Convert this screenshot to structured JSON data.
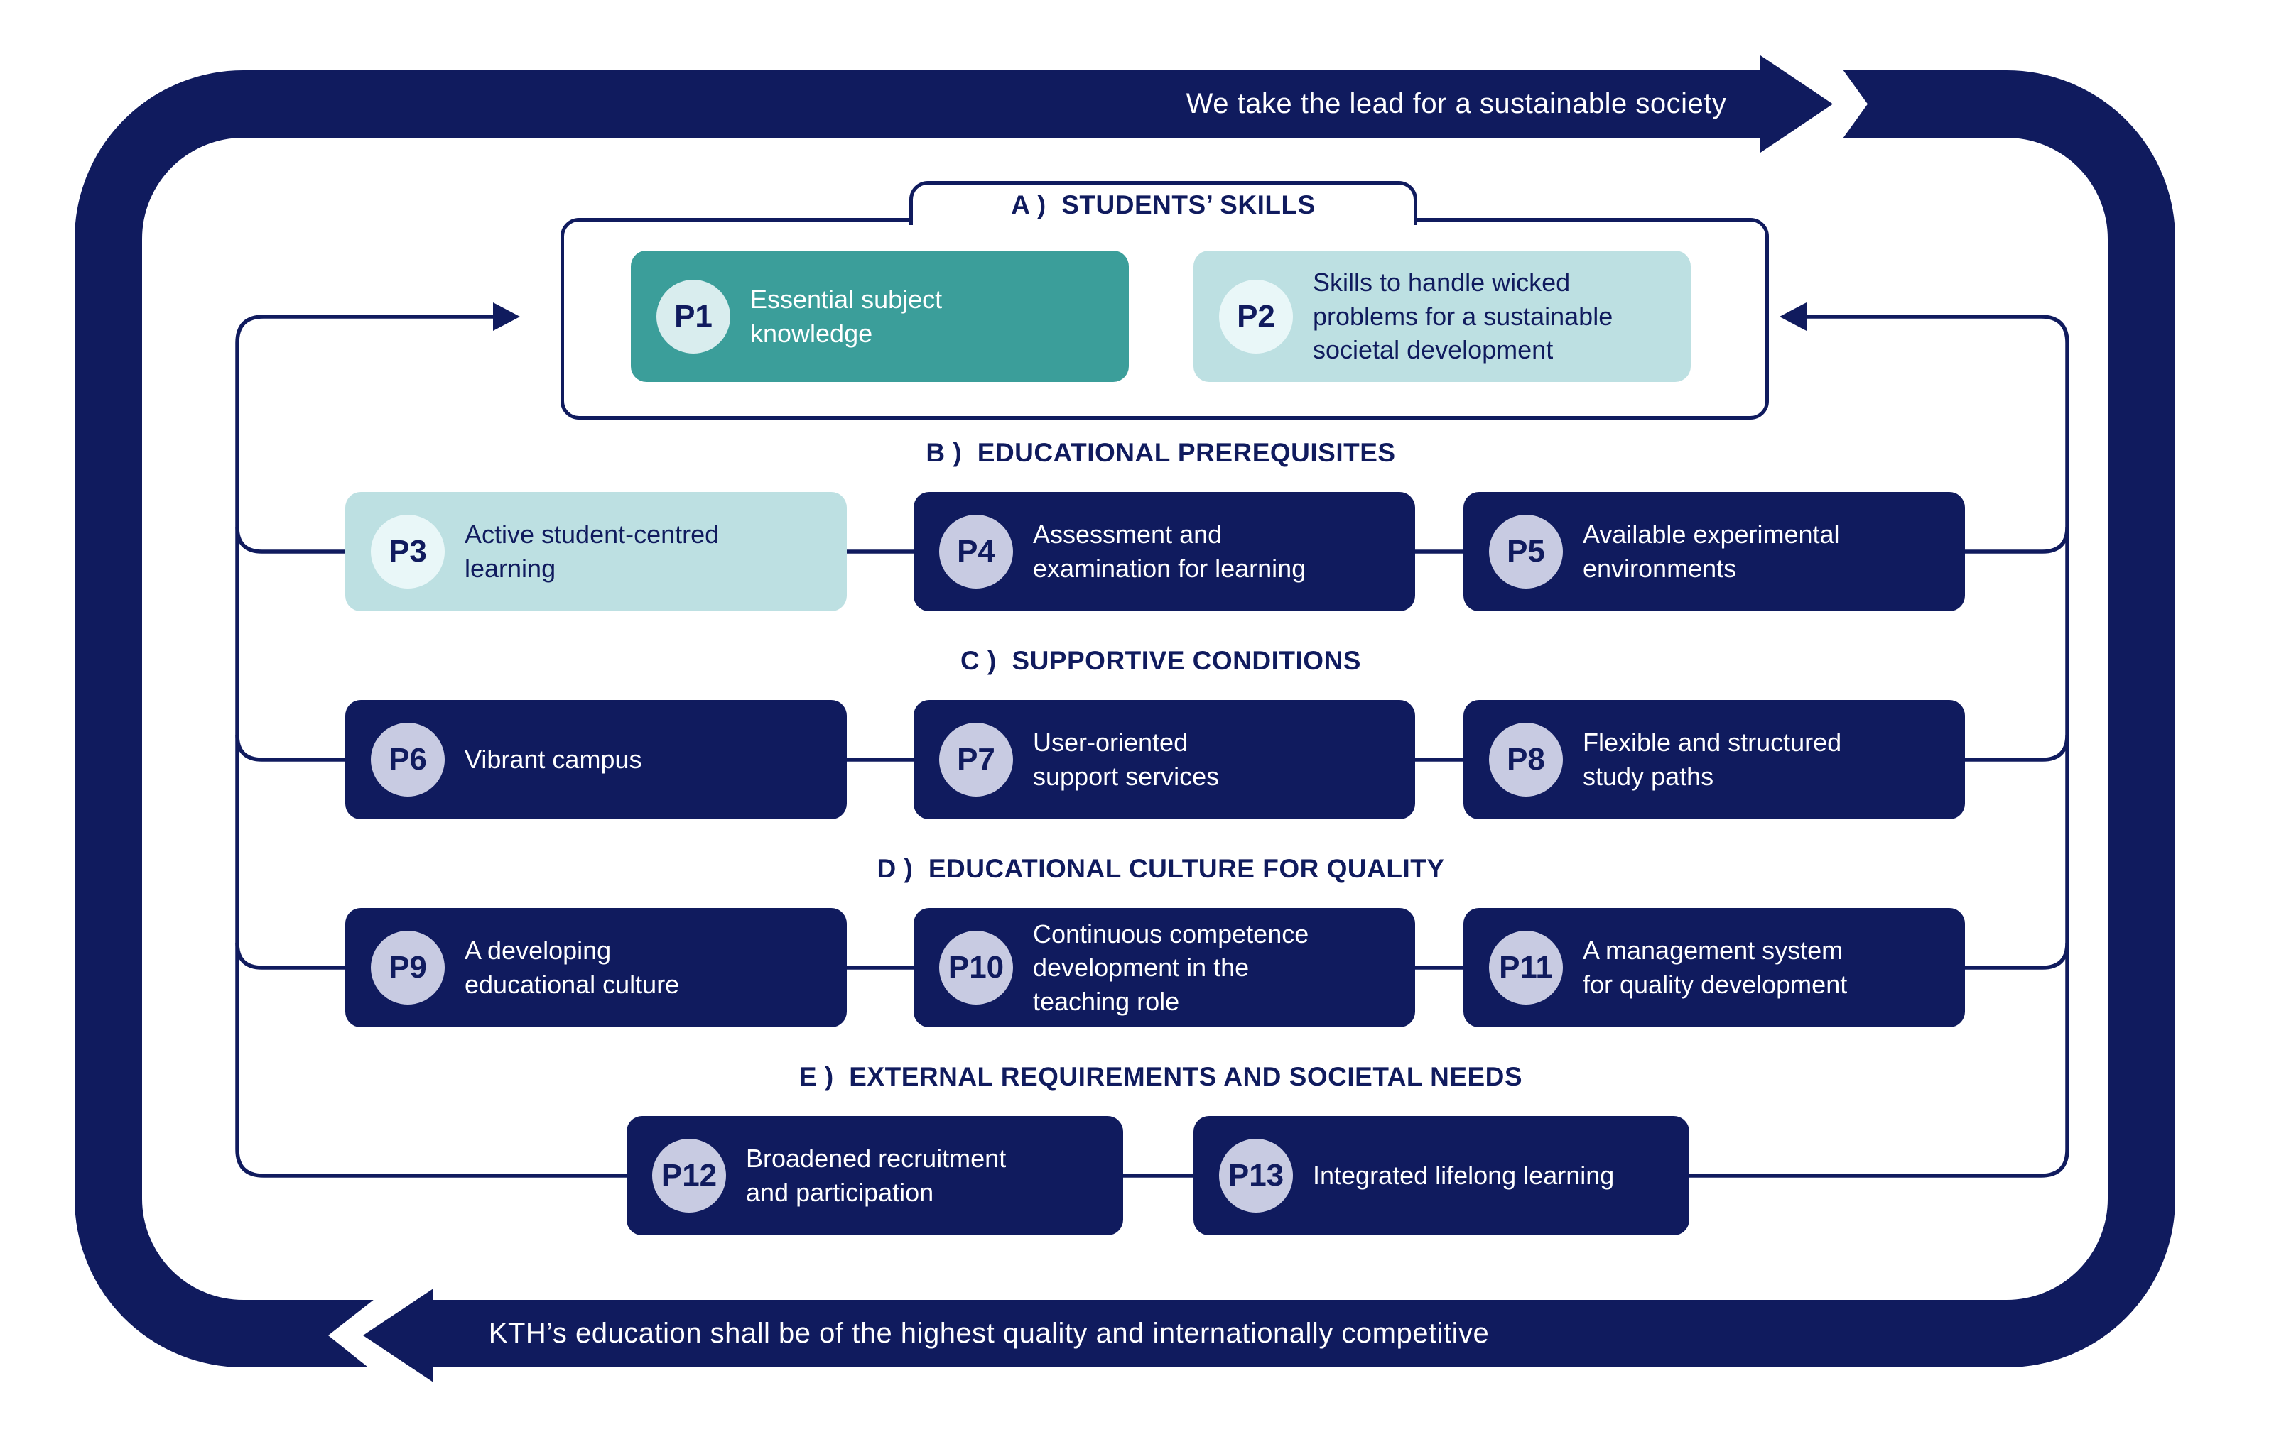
{
  "colors": {
    "navy": "#101b5e",
    "teal": "#3b9e9a",
    "light_cyan": "#bde0e2",
    "badge_lavender": "#c8cbe2",
    "badge_light_teal": "#d9edee",
    "badge_near_white": "#e9f7f8",
    "background": "#ffffff"
  },
  "top_banner": {
    "text": "We take the lead for a sustainable society"
  },
  "bottom_banner": {
    "text": "KTH’s education shall be of the highest quality and internationally competitive"
  },
  "sections": [
    {
      "id": "A",
      "label": "A )  STUDENTS’ SKILLS",
      "boxes": [
        {
          "badge": "P1",
          "text": "Essential subject\nknowledge"
        },
        {
          "badge": "P2",
          "text": "Skills to handle wicked\nproblems for a sustainable\nsocietal development"
        }
      ]
    },
    {
      "id": "B",
      "label": "B )  EDUCATIONAL PREREQUISITES",
      "boxes": [
        {
          "badge": "P3",
          "text": "Active student-centred\nlearning"
        },
        {
          "badge": "P4",
          "text": "Assessment and\nexamination for learning"
        },
        {
          "badge": "P5",
          "text": "Available experimental\nenvironments"
        }
      ]
    },
    {
      "id": "C",
      "label": "C )  SUPPORTIVE CONDITIONS",
      "boxes": [
        {
          "badge": "P6",
          "text": "Vibrant campus"
        },
        {
          "badge": "P7",
          "text": "User-oriented\nsupport services"
        },
        {
          "badge": "P8",
          "text": "Flexible and structured\nstudy paths"
        }
      ]
    },
    {
      "id": "D",
      "label": "D )  EDUCATIONAL CULTURE FOR QUALITY",
      "boxes": [
        {
          "badge": "P9",
          "text": "A developing\neducational culture"
        },
        {
          "badge": "P10",
          "text": "Continuous competence\ndevelopment in the\nteaching role"
        },
        {
          "badge": "P11",
          "text": "A management system\nfor quality development"
        }
      ]
    },
    {
      "id": "E",
      "label": "E )  EXTERNAL REQUIREMENTS AND SOCIETAL NEEDS",
      "boxes": [
        {
          "badge": "P12",
          "text": "Broadened recruitment\nand participation"
        },
        {
          "badge": "P13",
          "text": "Integrated lifelong learning"
        }
      ]
    }
  ]
}
